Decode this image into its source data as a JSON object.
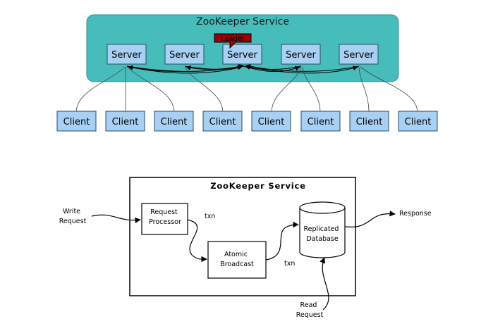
{
  "top": {
    "title": "ZooKeeper Service",
    "leader_label": "Leader",
    "servers": [
      "Server",
      "Server",
      "Server",
      "Server",
      "Server"
    ],
    "clients": [
      "Client",
      "Client",
      "Client",
      "Client",
      "Client",
      "Client",
      "Client",
      "Client"
    ],
    "colors": {
      "service_fill": "#47bdbb",
      "node_fill": "#a8d0f3",
      "leader_fill": "#990000"
    }
  },
  "bottom": {
    "title": "ZooKeeper Service",
    "write_request": [
      "Write",
      "Request"
    ],
    "request_processor": [
      "Request",
      "Processor"
    ],
    "txn_1": "txn",
    "atomic_broadcast": [
      "Atomic",
      "Broadcast"
    ],
    "txn_2": "txn",
    "replicated_database": [
      "Replicated",
      "Database"
    ],
    "response": "Response",
    "read_request": [
      "Read",
      "Request"
    ]
  }
}
